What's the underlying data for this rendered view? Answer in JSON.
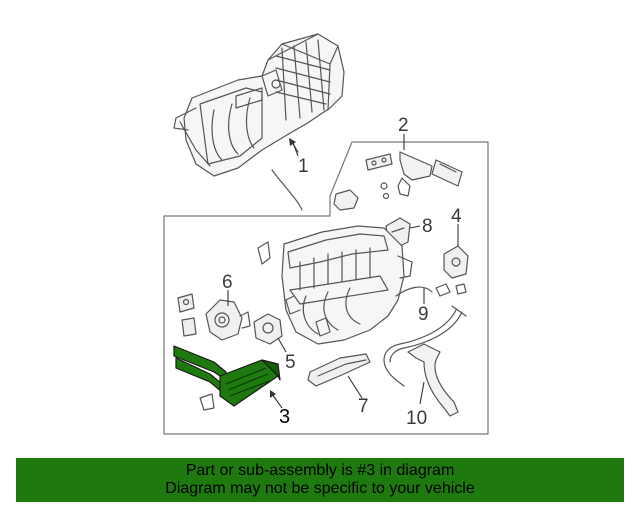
{
  "diagram": {
    "callouts": [
      "1",
      "2",
      "3",
      "4",
      "5",
      "6",
      "7",
      "8",
      "9",
      "10"
    ],
    "highlight_callout": "3",
    "highlight_color": "#1e7a0e"
  },
  "banner": {
    "line1": "Part or sub-assembly is #3 in diagram",
    "line2": "Diagram may not be specific to your vehicle",
    "background": "#1e7a0e"
  }
}
